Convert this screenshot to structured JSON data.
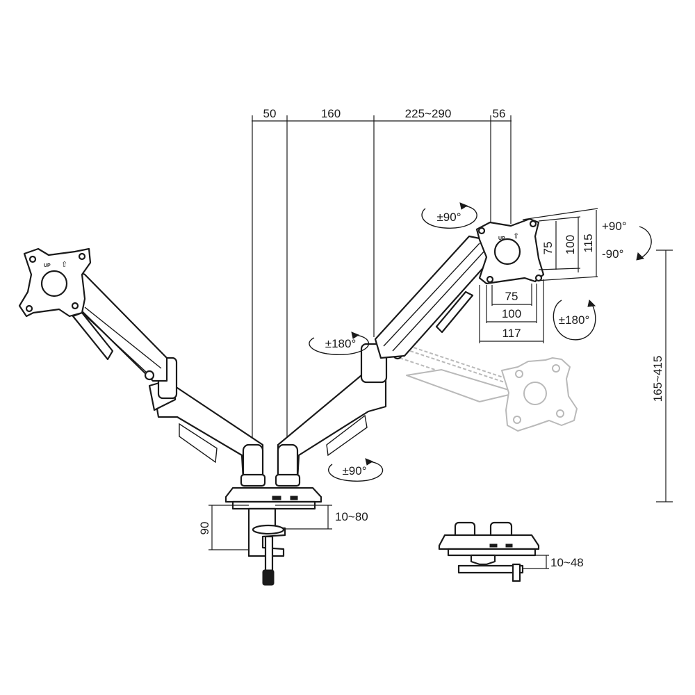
{
  "dimensions": {
    "top": [
      "50",
      "160",
      "225~290",
      "56"
    ],
    "vesa_vertical": [
      "75",
      "100",
      "115"
    ],
    "vesa_horizontal": [
      "75",
      "100",
      "117"
    ],
    "height_range": "165~415",
    "clamp_height": "90",
    "clamp_thickness": "10~80",
    "grommet_thickness": "10~48"
  },
  "rotations": {
    "plate_rotate": "±90°",
    "tilt_up": "+90°",
    "tilt_down": "-90°",
    "swivel_plate": "±180°",
    "swivel_elbow": "±180°",
    "swivel_base": "±90°"
  },
  "plate_marks": {
    "up_label": "UP",
    "up_arrow": "⇧"
  }
}
